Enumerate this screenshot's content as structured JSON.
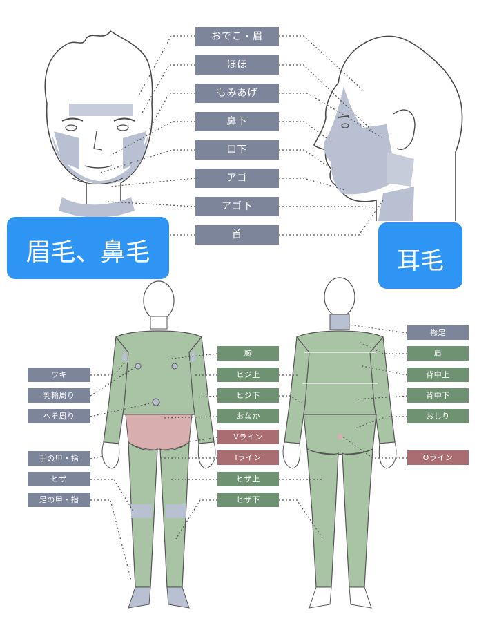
{
  "face_labels": [
    "おでこ・眉",
    "ほほ",
    "もみあげ",
    "鼻下",
    "口下",
    "アゴ",
    "アゴ下",
    "首"
  ],
  "callouts": {
    "left": "眉毛、鼻毛",
    "right": "耳毛"
  },
  "body_left_labels": [
    "ワキ",
    "乳輪周り",
    "へそ周り",
    "手の甲・指",
    "ヒザ",
    "足の甲・指"
  ],
  "body_center_labels": [
    {
      "text": "胸",
      "color": "green"
    },
    {
      "text": "ヒジ上",
      "color": "green"
    },
    {
      "text": "ヒジ下",
      "color": "green"
    },
    {
      "text": "おなか",
      "color": "green"
    },
    {
      "text": "Vライン",
      "color": "red"
    },
    {
      "text": "Iライン",
      "color": "red"
    },
    {
      "text": "ヒザ上",
      "color": "green"
    },
    {
      "text": "ヒザ下",
      "color": "green"
    }
  ],
  "body_right_labels": [
    {
      "text": "襟足",
      "color": "blue"
    },
    {
      "text": "肩",
      "color": "green"
    },
    {
      "text": "背中上",
      "color": "green"
    },
    {
      "text": "背中下",
      "color": "green"
    },
    {
      "text": "おしり",
      "color": "green"
    },
    {
      "text": "Oライン",
      "color": "red"
    }
  ],
  "colors": {
    "face_label": "#7d859a",
    "green_label": "#6f9273",
    "red_label": "#a96d72",
    "callout": "#2f95f5",
    "face_shade": "#b8c0d2",
    "body_green": "#a9c3a5",
    "body_red": "#d8aeae"
  }
}
